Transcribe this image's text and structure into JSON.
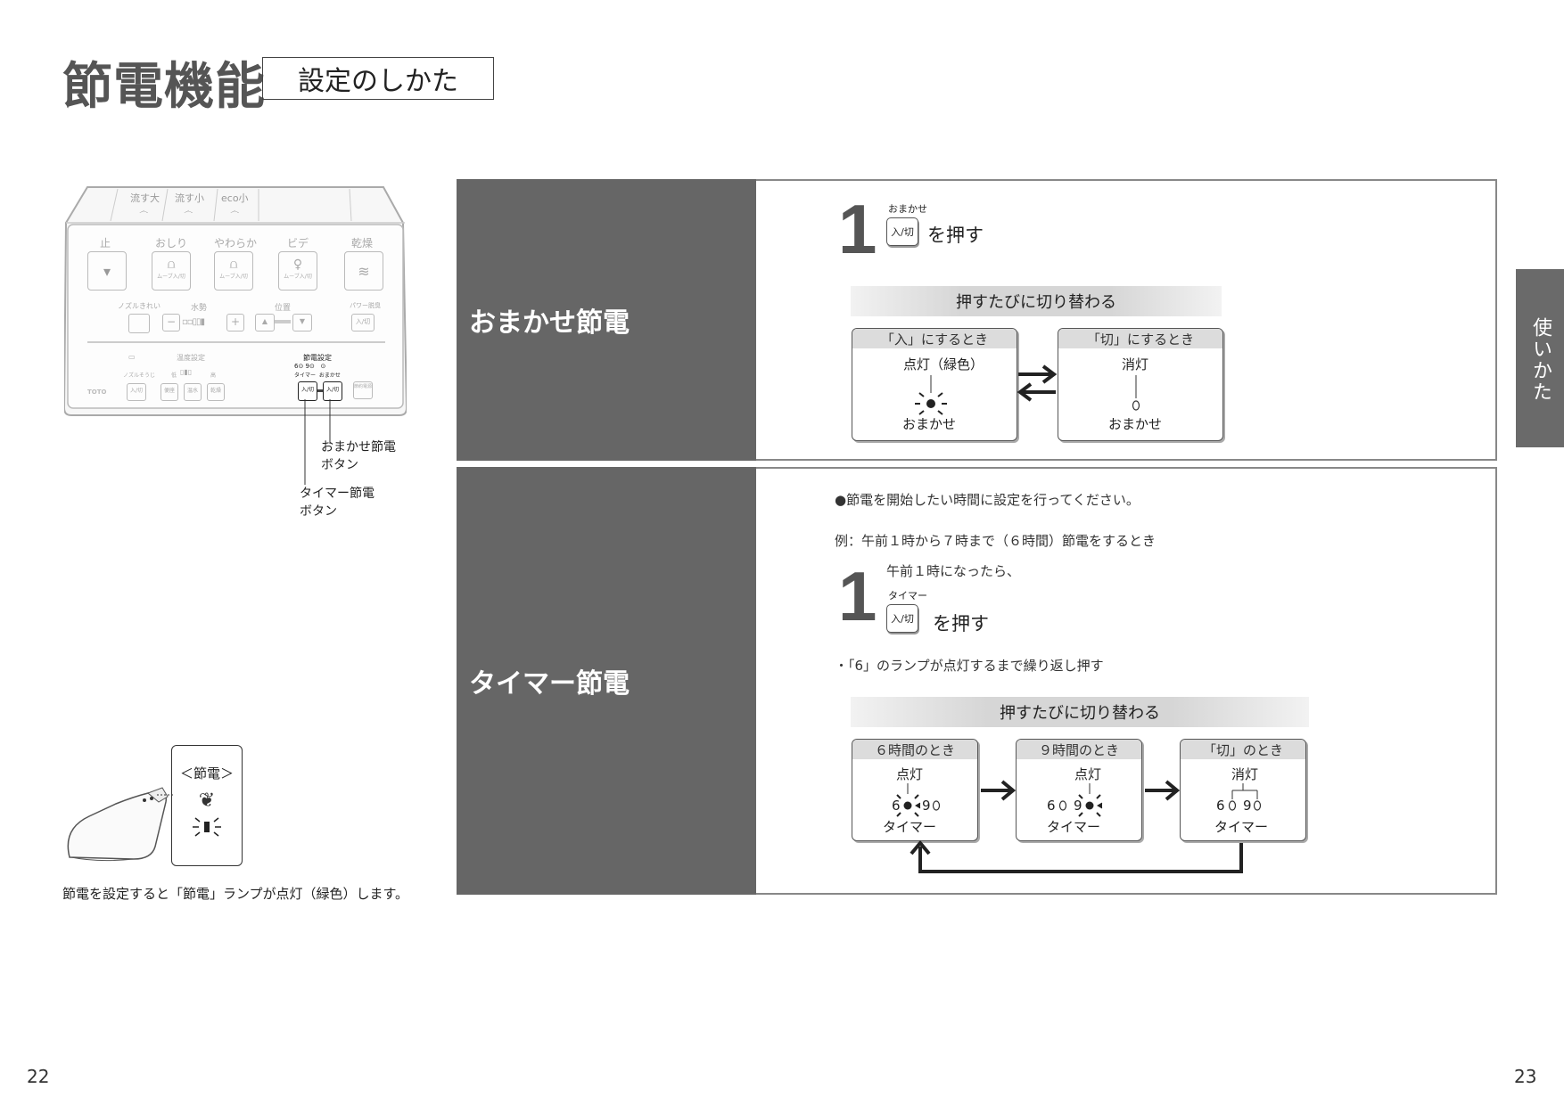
{
  "header": {
    "title": "節電機能",
    "subtitle": "設定のしかた"
  },
  "side_tab": "使いかた",
  "page_numbers": {
    "left": "22",
    "right": "23"
  },
  "remote": {
    "top_buttons": [
      "流す大",
      "流す小",
      "eco小"
    ],
    "row1_labels": [
      "止",
      "おしり",
      "やわらか",
      "ビデ",
      "乾燥"
    ],
    "row1_sub": [
      "",
      "ムーブ入/切",
      "ムーブ入/切",
      "ムーブ入/切",
      ""
    ],
    "row2_labels": {
      "nozzle": "ノズルきれい",
      "pressure": "水勢",
      "position": "位置",
      "power": "パワー脱臭"
    },
    "power_button": "入/切",
    "row3_labels": {
      "temp": "温度設定",
      "saving": "節電設定",
      "nozzle_clean": "ノズルそうじ",
      "low": "低",
      "high": "高"
    },
    "saving_marks": "6⊙ 9⊙   ⊙",
    "saving_sub": "タイマー  おまかせ",
    "temp_buttons": [
      "便座",
      "温水",
      "乾燥"
    ],
    "saving_buttons": [
      "入/切",
      "入/切"
    ],
    "memory_button": "節約電源",
    "brand": "TOTO",
    "callout_omakase": [
      "おまかせ節電",
      "ボタン"
    ],
    "callout_timer": [
      "タイマー節電",
      "ボタン"
    ]
  },
  "lamp": {
    "label": "＜節電＞",
    "caption": "節電を設定すると「節電」ランプが点灯（緑色）します。"
  },
  "omakase": {
    "label": "おまかせ節電",
    "step_number": "1",
    "button_caption": "おまかせ",
    "button_label": "入/切",
    "press_text": "を押す",
    "toggle_caption": "押すたびに切り替わる",
    "on_box": {
      "head": "「入」にするとき",
      "status": "点灯（緑色）",
      "lamp_label": "おまかせ"
    },
    "off_box": {
      "head": "「切」にするとき",
      "status": "消灯",
      "lamp_label": "おまかせ"
    }
  },
  "timer": {
    "label": "タイマー節電",
    "intro": "●節電を開始したい時間に設定を行ってください。",
    "example": "例：午前１時から７時まで（６時間）節電をするとき",
    "step_number": "1",
    "step_text": "午前１時になったら、",
    "button_caption": "タイマー",
    "button_label": "入/切",
    "press_text": "を押す",
    "note": "・「6」のランプが点灯するまで繰り返し押す",
    "toggle_caption": "押すたびに切り替わる",
    "boxes": [
      {
        "head": "６時間のとき",
        "status": "点灯",
        "marks": "6 ⊙ 9⊙",
        "lamp_label": "タイマー"
      },
      {
        "head": "９時間のとき",
        "status": "点灯",
        "marks": "6⊙ 9 ",
        "lamp_label": "タイマー"
      },
      {
        "head": "「切」のとき",
        "status": "消灯",
        "marks": "6⊙ 9⊙",
        "lamp_label": "タイマー"
      }
    ]
  }
}
